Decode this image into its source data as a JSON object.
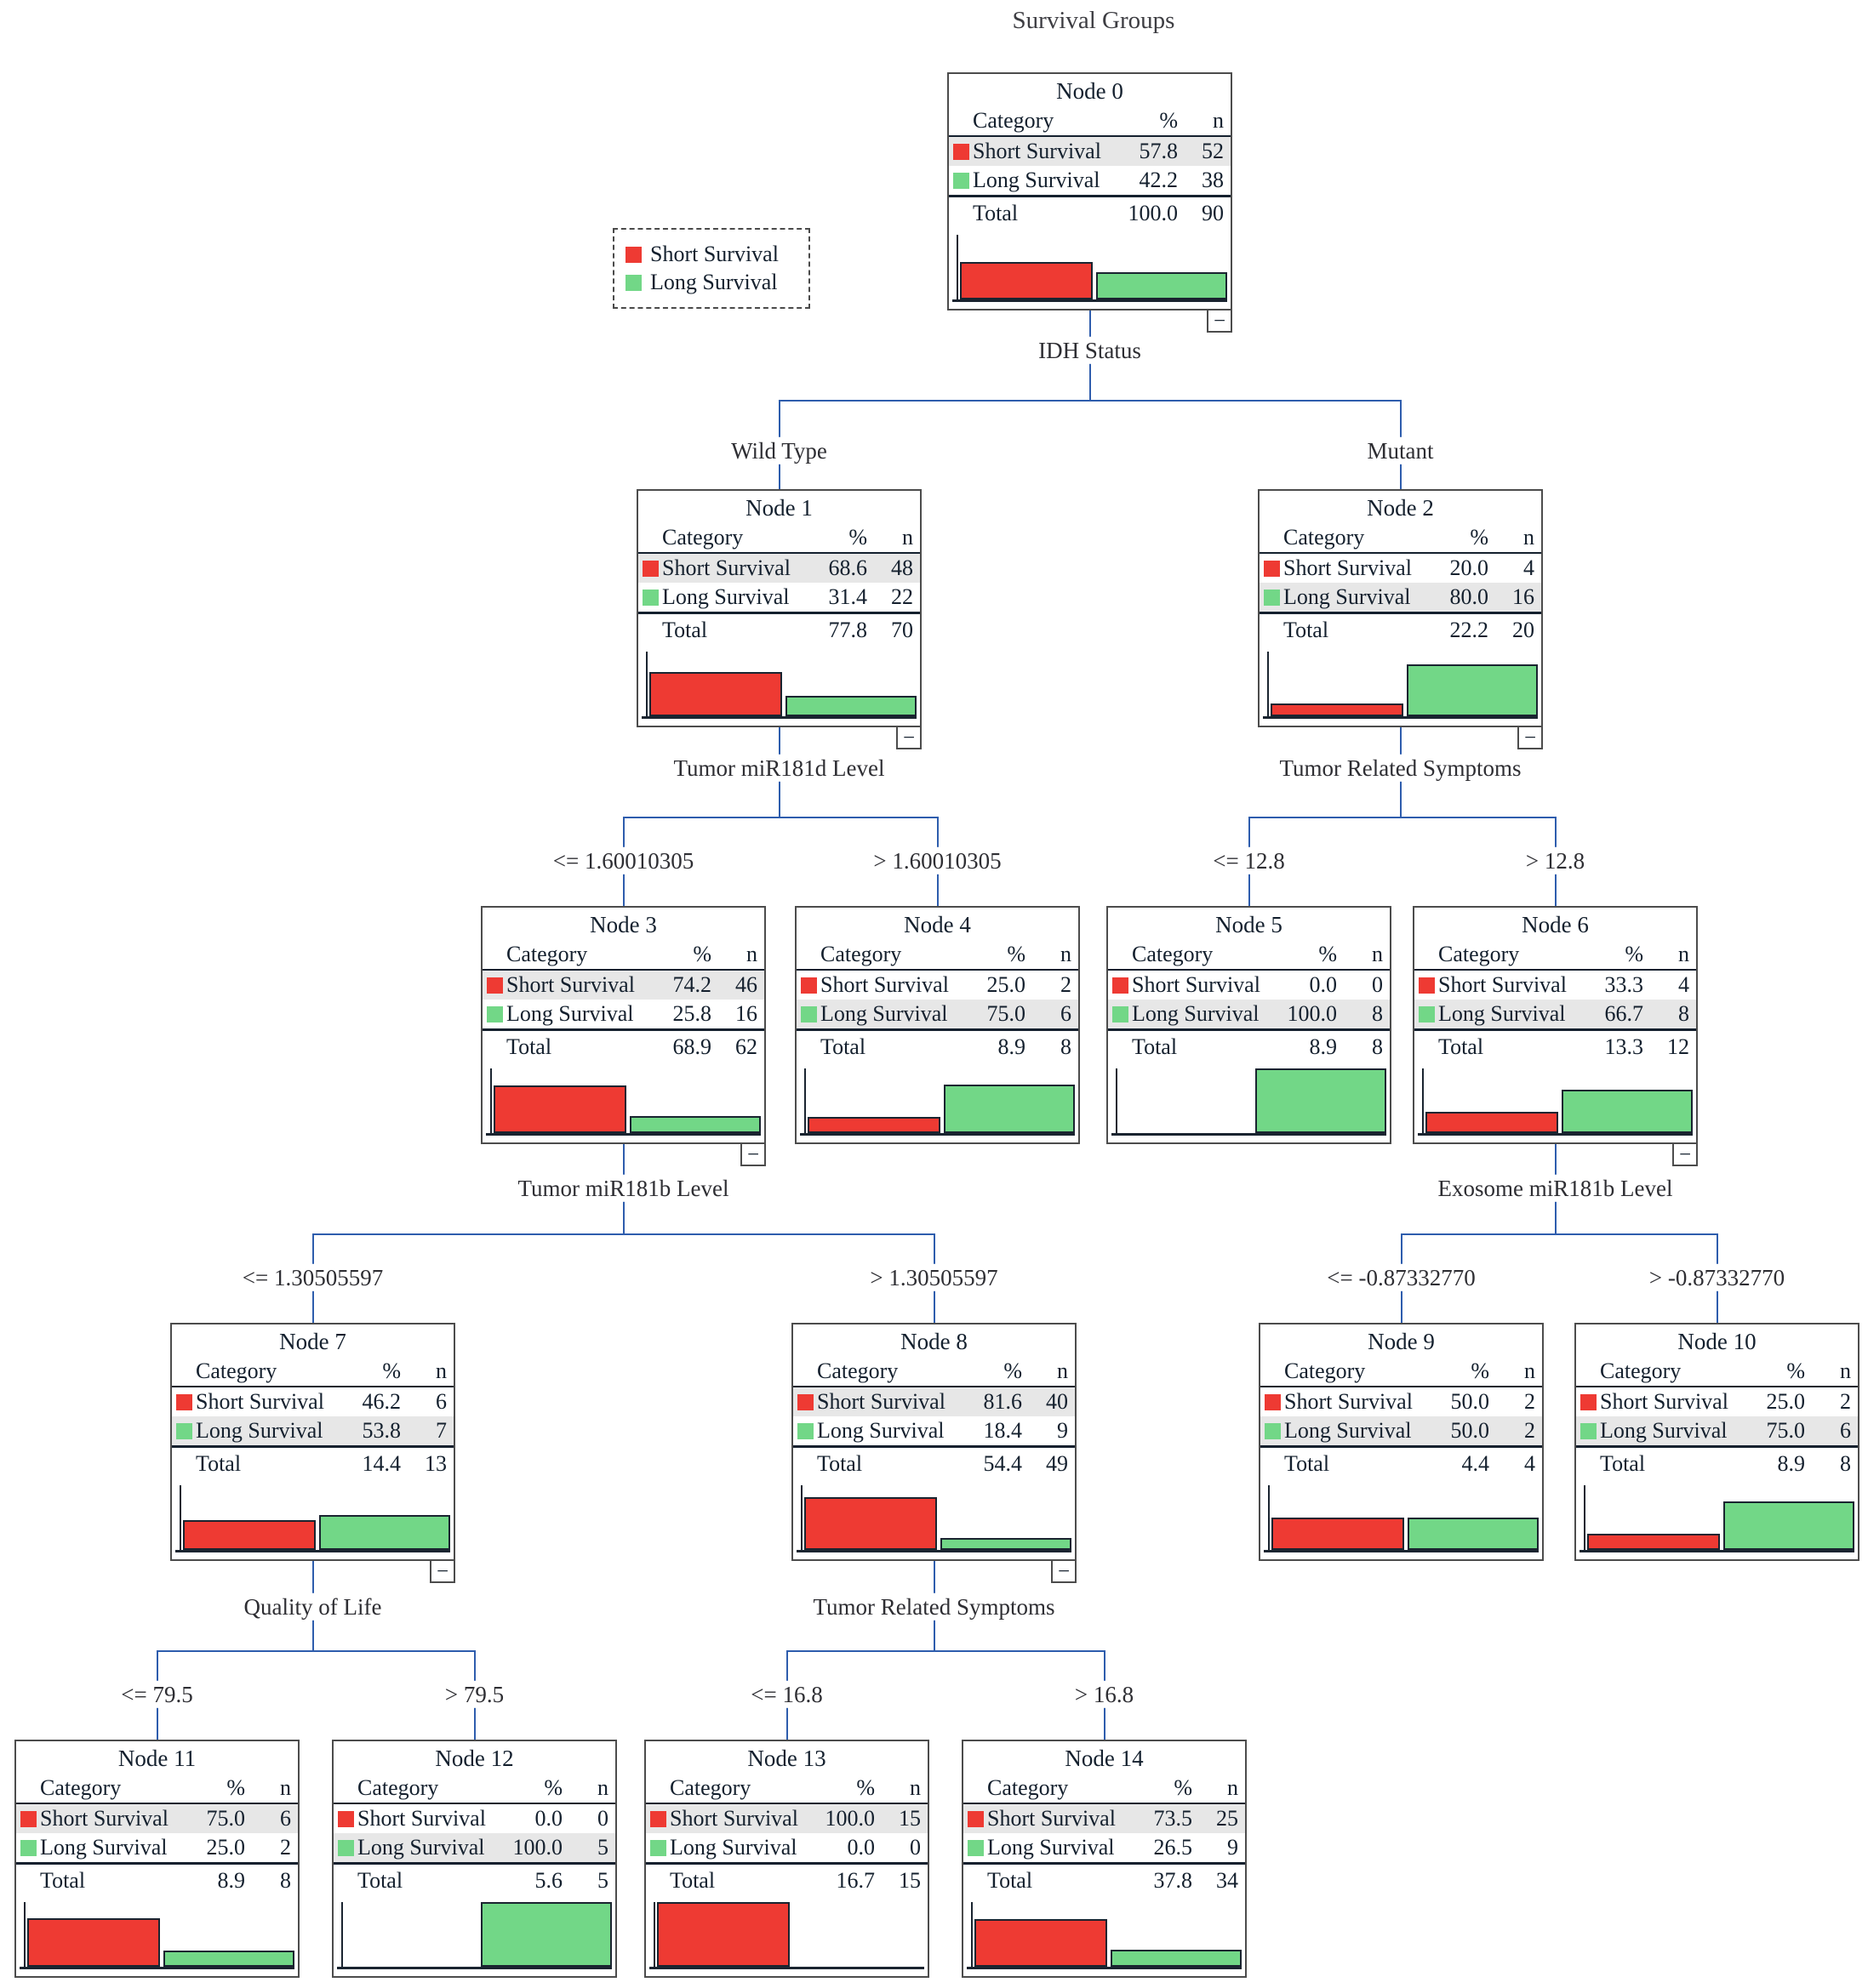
{
  "title": "Survival Groups",
  "legend": {
    "items": [
      {
        "label": "Short Survival",
        "color": "#ee3a33"
      },
      {
        "label": "Long Survival",
        "color": "#72d787"
      }
    ]
  },
  "table": {
    "category_header": "Category",
    "pct_header": "%",
    "n_header": "n",
    "total_label": "Total"
  },
  "categories": [
    "Short Survival",
    "Long Survival"
  ],
  "colors": {
    "short": "#ee3a33",
    "long": "#72d787",
    "connector": "#2e5dad",
    "highlight": "#e7e7e7"
  },
  "icons": {
    "collapse": "−"
  },
  "nodes": [
    {
      "title": "Node 0",
      "short_pct": "57.8",
      "short_n": "52",
      "long_pct": "42.2",
      "long_n": "38",
      "total_pct": "100.0",
      "total_n": "90",
      "majority": "short",
      "has_children": true
    },
    {
      "title": "Node 1",
      "short_pct": "68.6",
      "short_n": "48",
      "long_pct": "31.4",
      "long_n": "22",
      "total_pct": "77.8",
      "total_n": "70",
      "majority": "short",
      "has_children": true
    },
    {
      "title": "Node 2",
      "short_pct": "20.0",
      "short_n": "4",
      "long_pct": "80.0",
      "long_n": "16",
      "total_pct": "22.2",
      "total_n": "20",
      "majority": "long",
      "has_children": true
    },
    {
      "title": "Node 3",
      "short_pct": "74.2",
      "short_n": "46",
      "long_pct": "25.8",
      "long_n": "16",
      "total_pct": "68.9",
      "total_n": "62",
      "majority": "short",
      "has_children": true
    },
    {
      "title": "Node 4",
      "short_pct": "25.0",
      "short_n": "2",
      "long_pct": "75.0",
      "long_n": "6",
      "total_pct": "8.9",
      "total_n": "8",
      "majority": "long",
      "has_children": false
    },
    {
      "title": "Node 5",
      "short_pct": "0.0",
      "short_n": "0",
      "long_pct": "100.0",
      "long_n": "8",
      "total_pct": "8.9",
      "total_n": "8",
      "majority": "long",
      "has_children": false
    },
    {
      "title": "Node 6",
      "short_pct": "33.3",
      "short_n": "4",
      "long_pct": "66.7",
      "long_n": "8",
      "total_pct": "13.3",
      "total_n": "12",
      "majority": "long",
      "has_children": true
    },
    {
      "title": "Node 7",
      "short_pct": "46.2",
      "short_n": "6",
      "long_pct": "53.8",
      "long_n": "7",
      "total_pct": "14.4",
      "total_n": "13",
      "majority": "long",
      "has_children": true
    },
    {
      "title": "Node 8",
      "short_pct": "81.6",
      "short_n": "40",
      "long_pct": "18.4",
      "long_n": "9",
      "total_pct": "54.4",
      "total_n": "49",
      "majority": "short",
      "has_children": true
    },
    {
      "title": "Node 9",
      "short_pct": "50.0",
      "short_n": "2",
      "long_pct": "50.0",
      "long_n": "2",
      "total_pct": "4.4",
      "total_n": "4",
      "majority": "long",
      "has_children": false
    },
    {
      "title": "Node 10",
      "short_pct": "25.0",
      "short_n": "2",
      "long_pct": "75.0",
      "long_n": "6",
      "total_pct": "8.9",
      "total_n": "8",
      "majority": "long",
      "has_children": false
    },
    {
      "title": "Node 11",
      "short_pct": "75.0",
      "short_n": "6",
      "long_pct": "25.0",
      "long_n": "2",
      "total_pct": "8.9",
      "total_n": "8",
      "majority": "short",
      "has_children": false
    },
    {
      "title": "Node 12",
      "short_pct": "0.0",
      "short_n": "0",
      "long_pct": "100.0",
      "long_n": "5",
      "total_pct": "5.6",
      "total_n": "5",
      "majority": "long",
      "has_children": false
    },
    {
      "title": "Node 13",
      "short_pct": "100.0",
      "short_n": "15",
      "long_pct": "0.0",
      "long_n": "0",
      "total_pct": "16.7",
      "total_n": "15",
      "majority": "short",
      "has_children": false
    },
    {
      "title": "Node 14",
      "short_pct": "73.5",
      "short_n": "25",
      "long_pct": "26.5",
      "long_n": "9",
      "total_pct": "37.8",
      "total_n": "34",
      "majority": "short",
      "has_children": false
    }
  ],
  "splits": [
    {
      "variable": "IDH Status",
      "parent": 0,
      "branches": [
        {
          "condition": "Wild Type",
          "child": 1
        },
        {
          "condition": "Mutant",
          "child": 2
        }
      ]
    },
    {
      "variable": "Tumor miR181d Level",
      "parent": 1,
      "branches": [
        {
          "condition": "<= 1.60010305",
          "child": 3
        },
        {
          "condition": "> 1.60010305",
          "child": 4
        }
      ]
    },
    {
      "variable": "Tumor Related Symptoms",
      "parent": 2,
      "branches": [
        {
          "condition": "<= 12.8",
          "child": 5
        },
        {
          "condition": "> 12.8",
          "child": 6
        }
      ]
    },
    {
      "variable": "Tumor miR181b Level",
      "parent": 3,
      "branches": [
        {
          "condition": "<= 1.30505597",
          "child": 7
        },
        {
          "condition": "> 1.30505597",
          "child": 8
        }
      ]
    },
    {
      "variable": "Exosome miR181b Level",
      "parent": 6,
      "branches": [
        {
          "condition": "<= -0.87332770",
          "child": 9
        },
        {
          "condition": "> -0.87332770",
          "child": 10
        }
      ]
    },
    {
      "variable": "Quality of Life",
      "parent": 7,
      "branches": [
        {
          "condition": "<= 79.5",
          "child": 11
        },
        {
          "condition": "> 79.5",
          "child": 12
        }
      ]
    },
    {
      "variable": "Tumor Related Symptoms",
      "parent": 8,
      "branches": [
        {
          "condition": "<= 16.8",
          "child": 13
        },
        {
          "condition": "> 16.8",
          "child": 14
        }
      ]
    }
  ]
}
